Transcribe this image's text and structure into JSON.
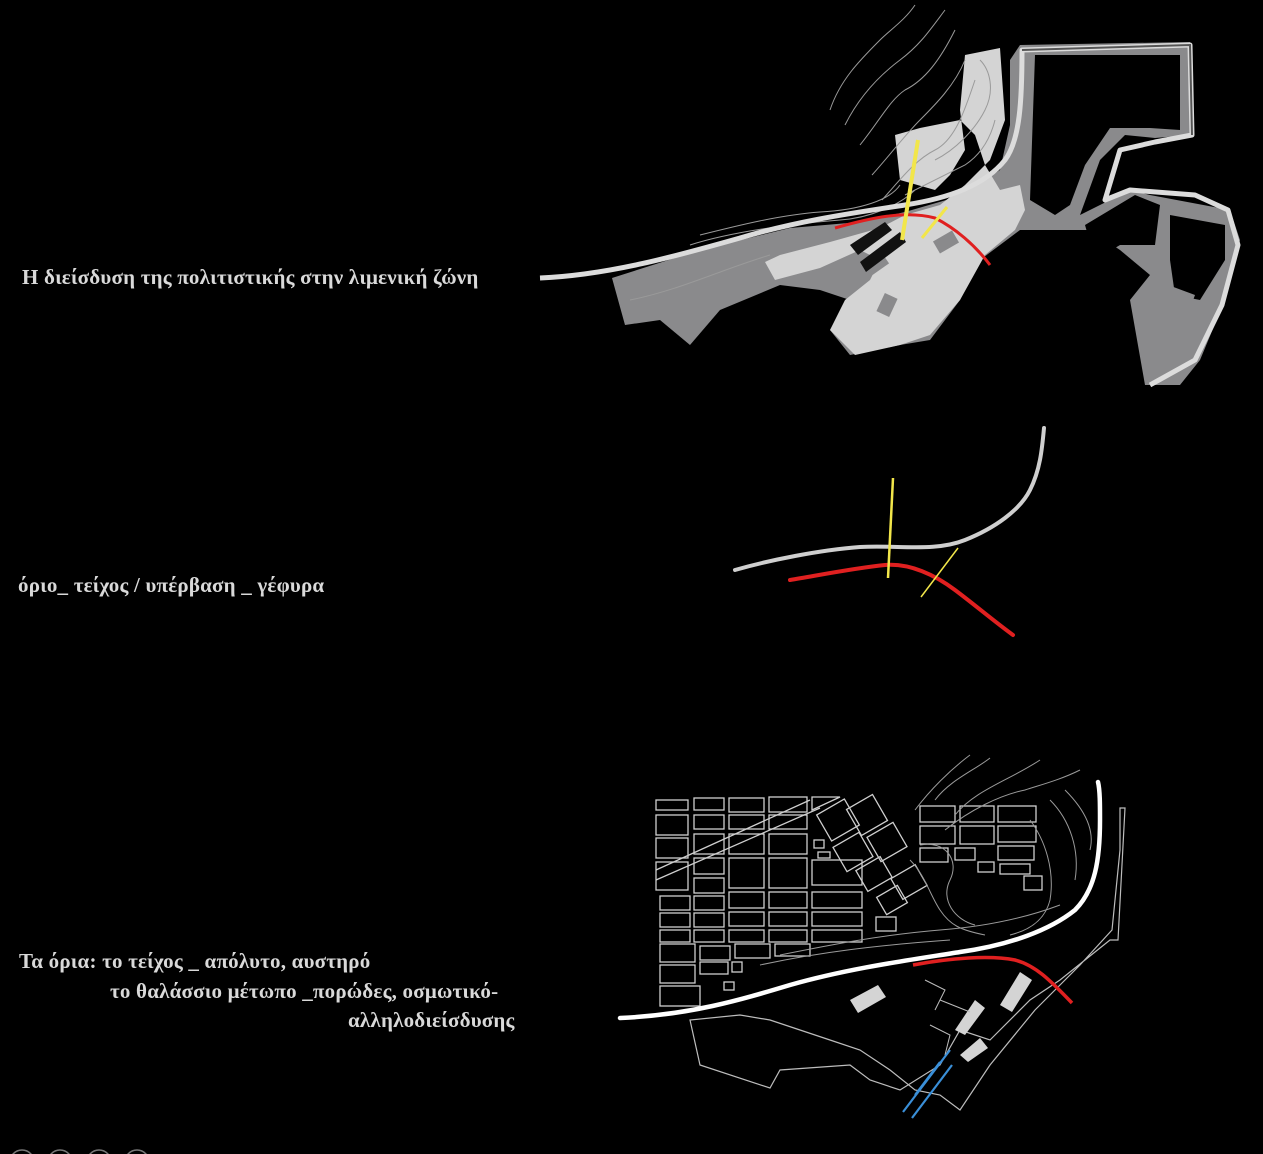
{
  "captions": {
    "top": "Η διείσδυση της πολιτιστικής στην λιμενική ζώνη",
    "middle": "όριο_ τείχος /  υπέρβαση _ γέφυρα",
    "bottom_line1": "Τα όρια: το τείχος _ απόλυτο, αυστηρό",
    "bottom_line2": "το θαλάσσιο μέτωπο _πορώδες, οσμωτικό-",
    "bottom_line3": "αλληλοδιείσδυσης"
  },
  "colors": {
    "background": "#000000",
    "wall_line": "#dcdcdc",
    "sea_front": "#e02020",
    "bridge": "#f2e64a",
    "piers_blue": "#3a8fd8",
    "port_dark": "#8a8a8c",
    "port_light": "#d4d4d4",
    "contour": "#9a9a9a"
  }
}
